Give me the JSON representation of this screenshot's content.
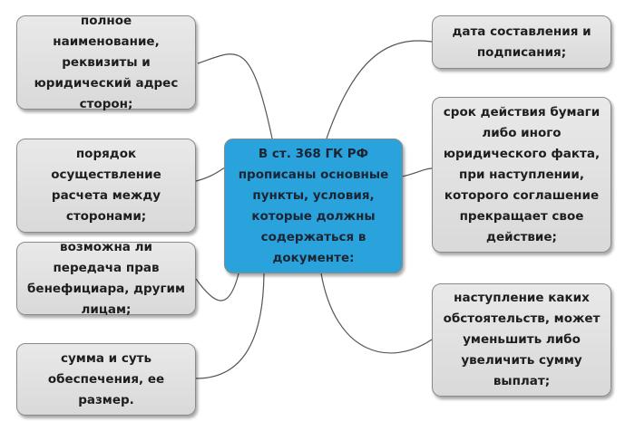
{
  "center": {
    "text": "В ст. 368 ГК РФ прописаны основные пункты, условия, которые должны содержаться в документе:"
  },
  "nodes": {
    "parties": "полное наименование, реквизиты и юридический адрес сторон;",
    "payment_order": "порядок осуществление расчета между сторонами;",
    "transfer_rights": "возможна ли передача прав бенефициара, другим лицам;",
    "amount": "сумма и суть обеспечения, ее размер.",
    "date": "дата составления и подписания;",
    "validity": "срок действия бумаги либо иного юридического факта, при наступлении, которого соглашение прекращает свое действие;",
    "circumstances": "наступление каких обстоятельств, может уменьшить либо увеличить сумму выплат;"
  }
}
